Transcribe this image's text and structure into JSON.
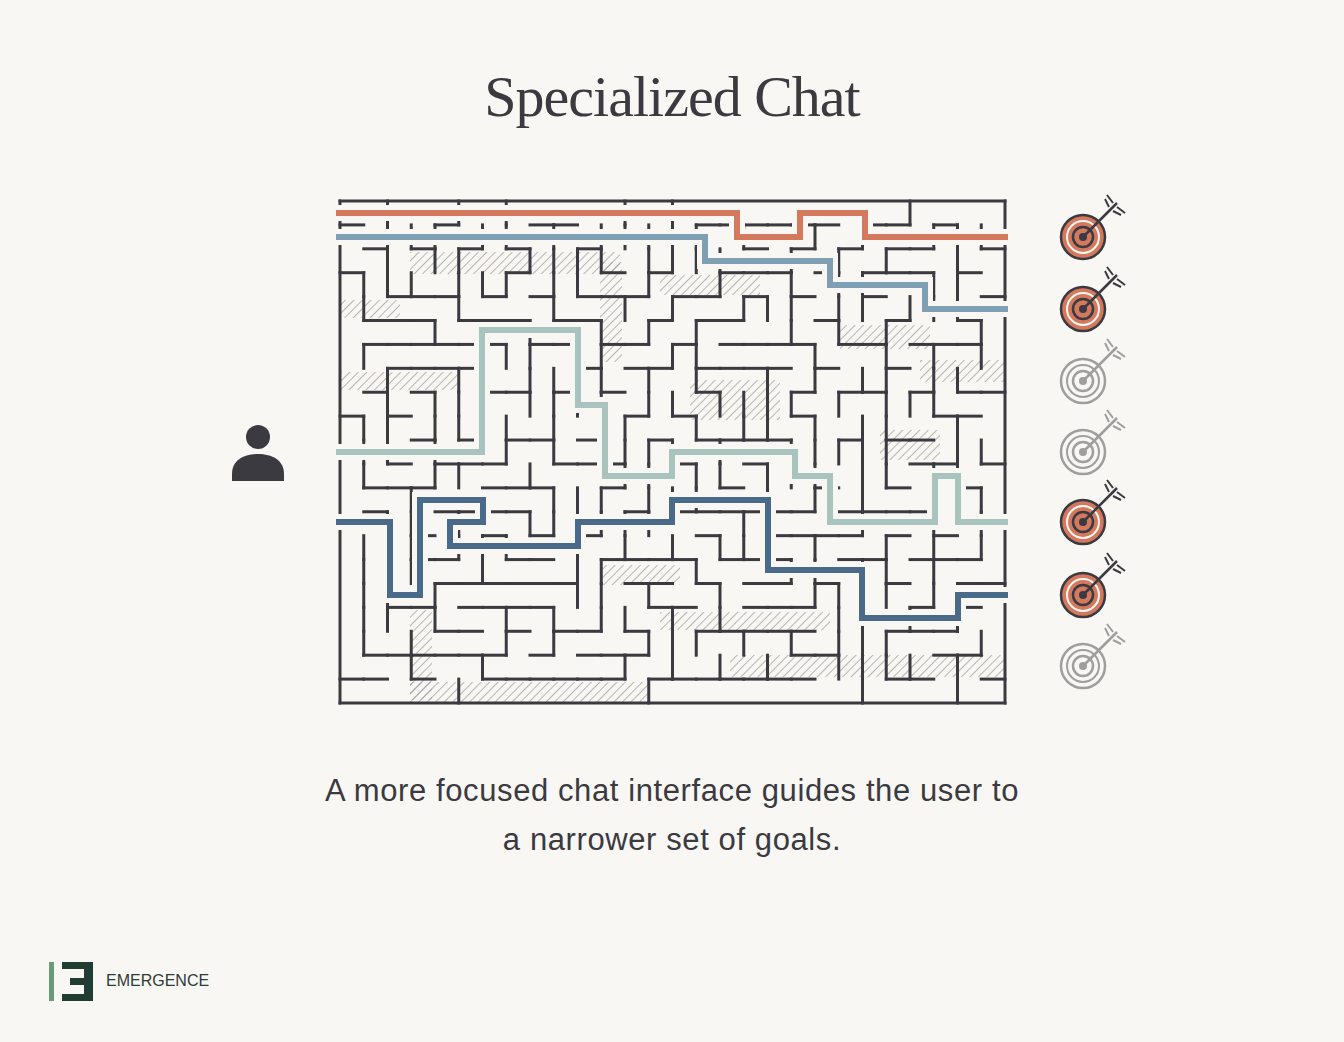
{
  "diagram": {
    "title": "Specialized Chat",
    "caption": "A more focused chat interface guides the user to a narrower set of goals.",
    "labels": [
      "EMERGENCE"
    ]
  }
}
